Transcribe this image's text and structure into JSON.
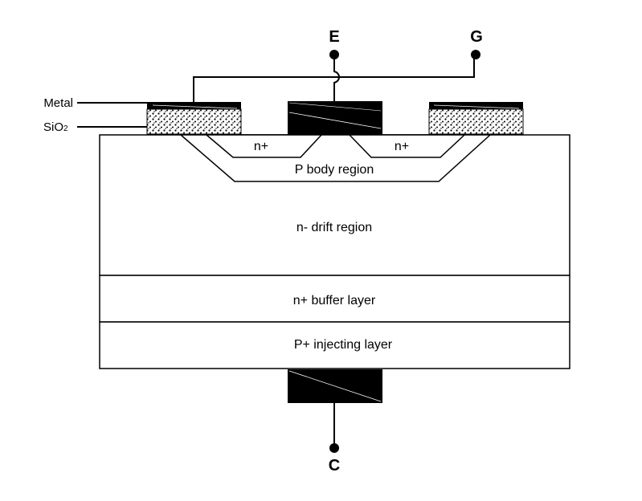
{
  "terminals": {
    "emitter": "E",
    "gate": "G",
    "collector": "C"
  },
  "side_labels": {
    "metal": "Metal",
    "oxide_main": "SiO",
    "oxide_sub": "2"
  },
  "regions": {
    "n_plus_left": "n+",
    "n_plus_right": "n+",
    "p_body": "P body region",
    "n_drift": "n- drift region",
    "n_buffer": "n+ buffer layer",
    "p_injecting": "P+ injecting layer"
  },
  "colors": {
    "ink": "#000000",
    "background": "#ffffff"
  }
}
